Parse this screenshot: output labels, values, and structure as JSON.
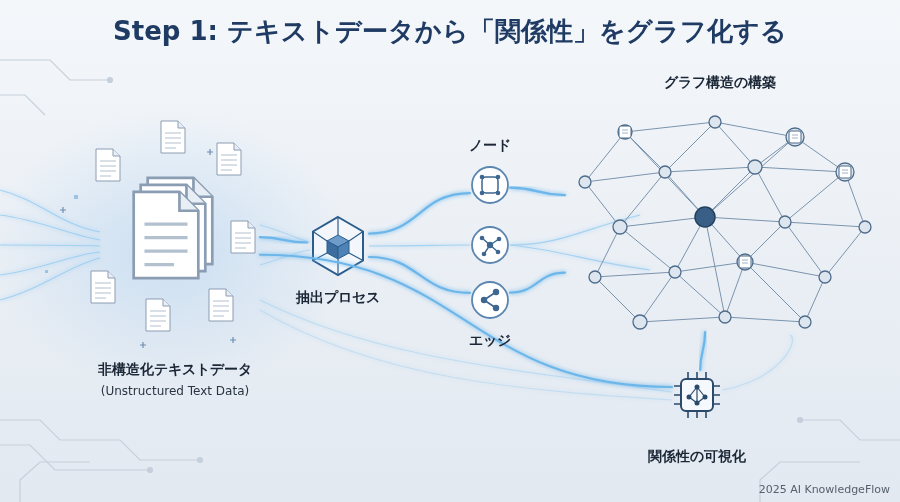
{
  "diagram": {
    "title": "Step 1: テキストデータから「関係性」をグラフ化する",
    "nodes": [
      {
        "text": [
          "非構造化テキストデータ",
          "(Unstructured Text Data)"
        ]
      },
      {
        "text": [
          "抽出プロセス"
        ]
      },
      {
        "text": [
          "ノード"
        ]
      },
      {
        "text": [
          "エッジ"
        ]
      },
      {
        "text": [
          "グラフ構造の構築"
        ]
      },
      {
        "text": [
          "関係性の可視化"
        ]
      }
    ],
    "edges": [
      {
        "from": 0,
        "to": 1,
        "arrow": "none"
      },
      {
        "from": 1,
        "to": 2,
        "arrow": "none"
      },
      {
        "from": 1,
        "to": 3,
        "arrow": "none"
      },
      {
        "from": 2,
        "to": 4,
        "arrow": "none"
      },
      {
        "from": 3,
        "to": 4,
        "arrow": "none"
      },
      {
        "from": 0,
        "to": 5,
        "arrow": "none"
      },
      {
        "from": 5,
        "to": 4,
        "arrow": "none"
      }
    ],
    "labels": [
      "2025 AI KnowledgeFlow"
    ]
  }
}
